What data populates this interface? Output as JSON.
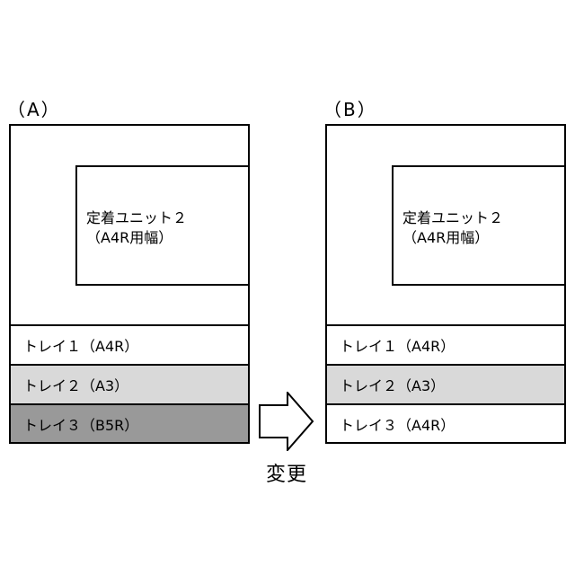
{
  "panel_a": {
    "label": "（A）",
    "fuser": {
      "name": "定着ユニット２",
      "width": "（A4R用幅）"
    },
    "trays": [
      {
        "label": "トレイ１（A4R）",
        "color": "#ffffff"
      },
      {
        "label": "トレイ２（A3）",
        "color": "#d9d9d9"
      },
      {
        "label": "トレイ３（B5R）",
        "color": "#999999"
      }
    ]
  },
  "panel_b": {
    "label": "（B）",
    "fuser": {
      "name": "定着ユニット２",
      "width": "（A4R用幅）"
    },
    "trays": [
      {
        "label": "トレイ１（A4R）",
        "color": "#ffffff"
      },
      {
        "label": "トレイ２（A3）",
        "color": "#d9d9d9"
      },
      {
        "label": "トレイ３（A4R）",
        "color": "#ffffff"
      }
    ]
  },
  "arrow": {
    "label": "変更",
    "icon": "right-arrow-icon"
  }
}
